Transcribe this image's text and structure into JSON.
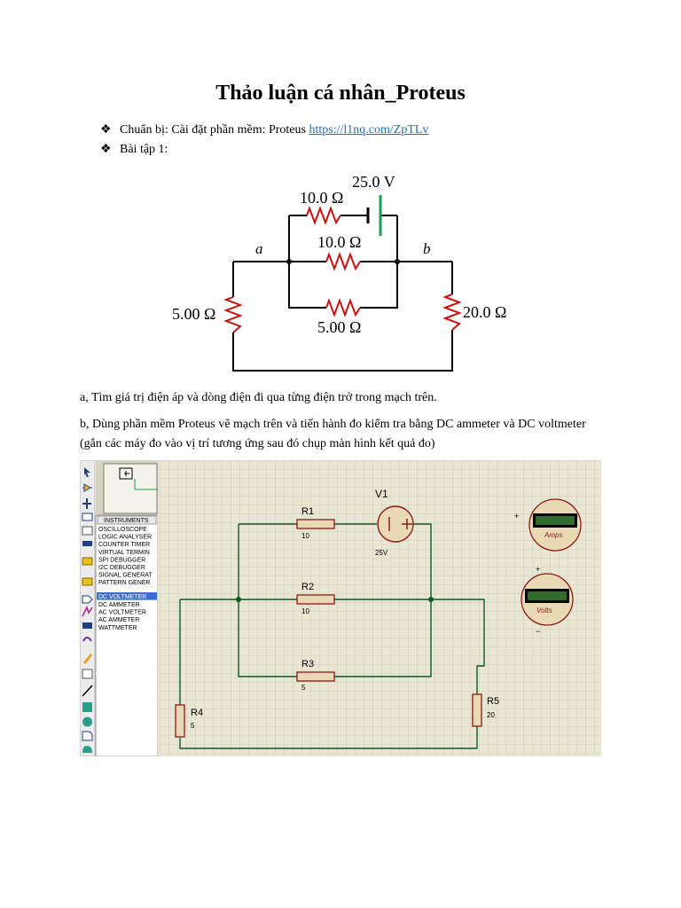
{
  "title": "Thảo luận cá nhân_Proteus",
  "bullets": [
    {
      "marker": "❖",
      "text": "Chuẩn bị: Cài đặt phần mềm: Proteus ",
      "link": "https://l1nq.com/ZpTLv"
    },
    {
      "marker": "❖",
      "text": "Bài tập 1:"
    }
  ],
  "circuit": {
    "battery": "25.0 V",
    "r_top": "10.0 Ω",
    "r_mid": "10.0 Ω",
    "r_bottom": "5.00 Ω",
    "r_left": "5.00 Ω",
    "r_right": "20.0 Ω",
    "node_a": "a",
    "node_b": "b"
  },
  "question_a": "a, Tìm giá trị điện áp và dòng điện đi qua từng điện trở trong mạch trên.",
  "question_b": "b, Dùng phần mềm Proteus vẽ mạch trên và tiến hành đo kiểm tra bằng DC ammeter và DC voltmeter (gắn các máy đo vào vị trí tương ứng sau đó chụp màn hình kết quả đo)",
  "proteus": {
    "panel_title": "INSTRUMENTS",
    "instruments": [
      "OSCILLOSCOPE",
      "LOGIC ANALYSER",
      "COUNTER TIMER",
      "VIRTUAL TERMIN",
      "SPI DEBUGGER",
      "I2C DEBUGGER",
      "SIGNAL GENERAT",
      "PATTERN GENER",
      "DC VOLTMETER",
      "DC AMMETER",
      "AC VOLTMETER",
      "AC AMMETER",
      "WATTMETER"
    ],
    "selected": "DC VOLTMETER",
    "components": {
      "r1": {
        "name": "R1",
        "value": "10"
      },
      "r2": {
        "name": "R2",
        "value": "10"
      },
      "r3": {
        "name": "R3",
        "value": "5"
      },
      "r4": {
        "name": "R4",
        "value": "5"
      },
      "r5": {
        "name": "R5",
        "value": "20"
      },
      "v1": {
        "name": "V1",
        "value": "25V"
      }
    },
    "ammeter": {
      "label": "Amps",
      "plus": "+",
      "minus": "−"
    },
    "voltmeter": {
      "label": "Volts",
      "plus": "+",
      "minus": "−"
    }
  }
}
